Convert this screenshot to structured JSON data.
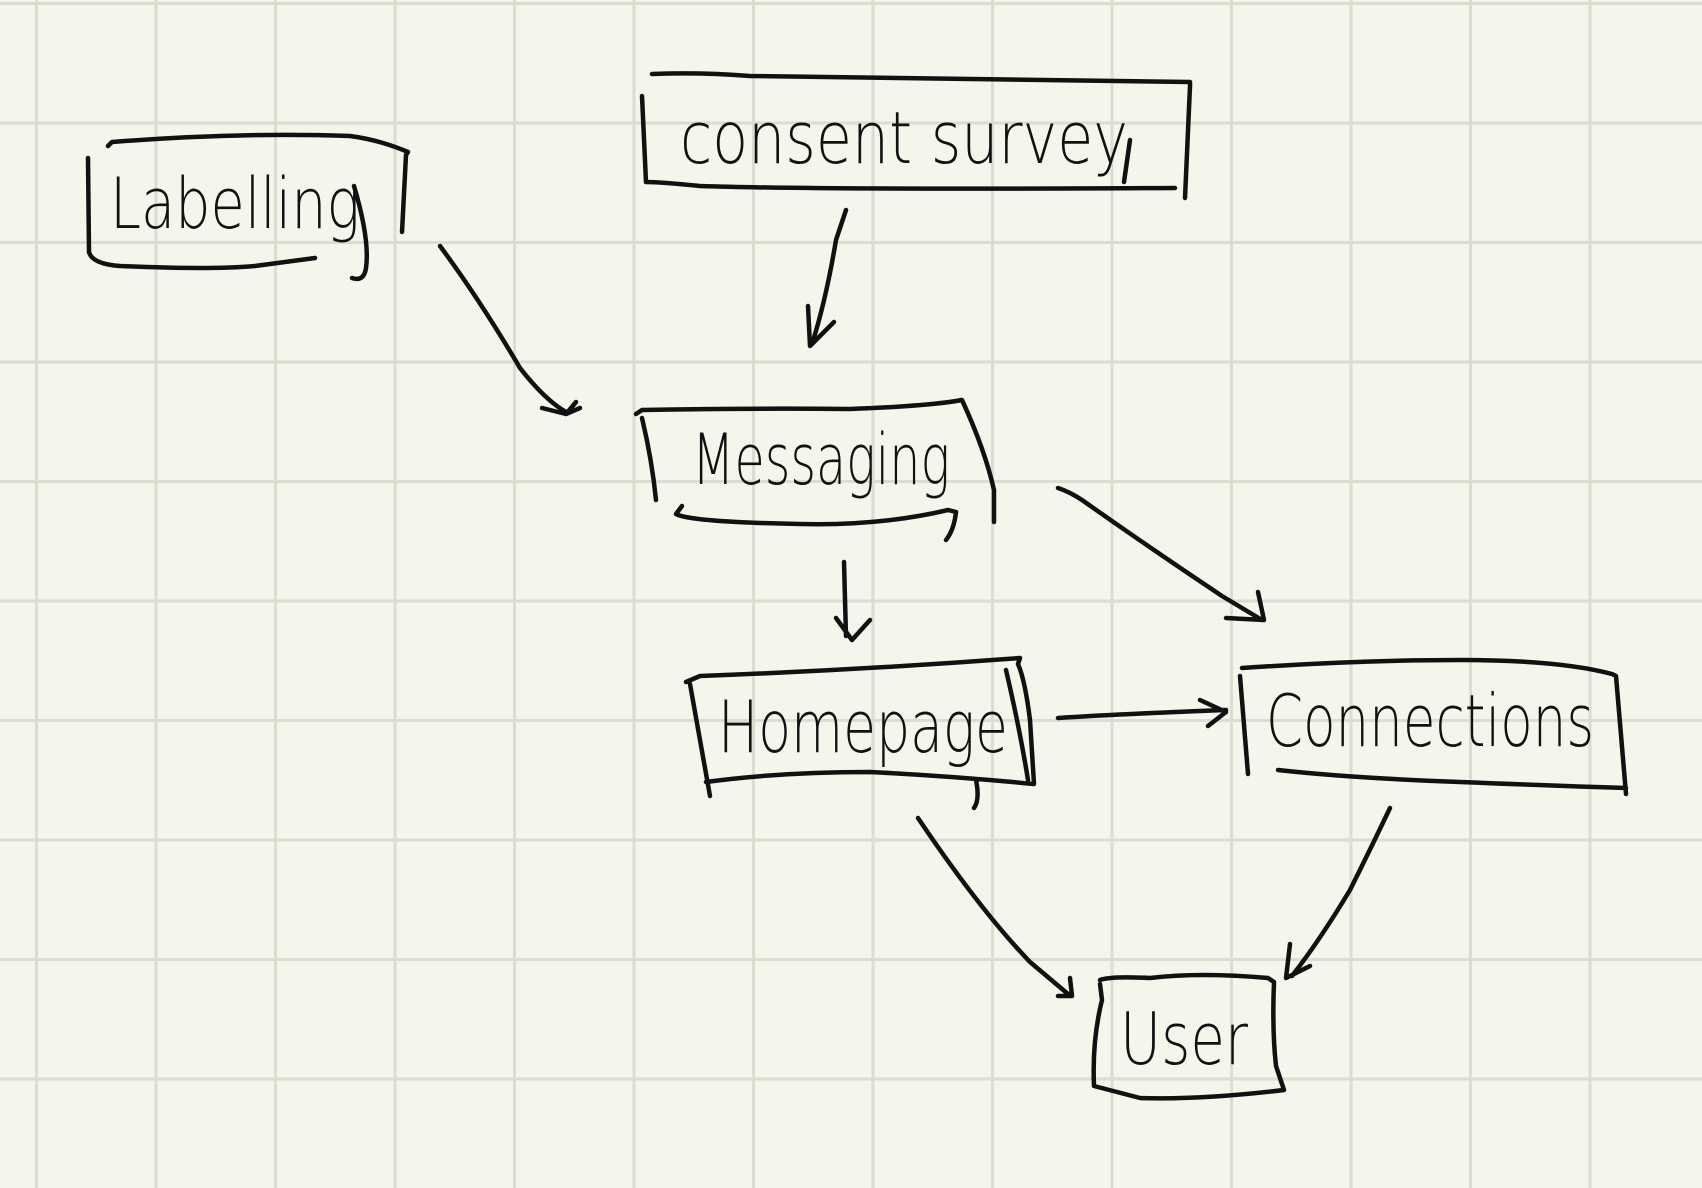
{
  "diagram": {
    "nodes": {
      "labelling": "Labelling",
      "consent_survey": "consent survey",
      "messaging": "Messaging",
      "homepage": "Homepage",
      "connections": "Connections",
      "user": "User"
    },
    "edges": [
      {
        "from": "labelling",
        "to": "messaging"
      },
      {
        "from": "consent_survey",
        "to": "messaging"
      },
      {
        "from": "messaging",
        "to": "homepage"
      },
      {
        "from": "messaging",
        "to": "connections"
      },
      {
        "from": "homepage",
        "to": "connections"
      },
      {
        "from": "homepage",
        "to": "user"
      },
      {
        "from": "connections",
        "to": "user"
      }
    ]
  },
  "colors": {
    "paper": "#f5f5eb",
    "grid": "#dcdcd0",
    "ink": "#111111"
  }
}
